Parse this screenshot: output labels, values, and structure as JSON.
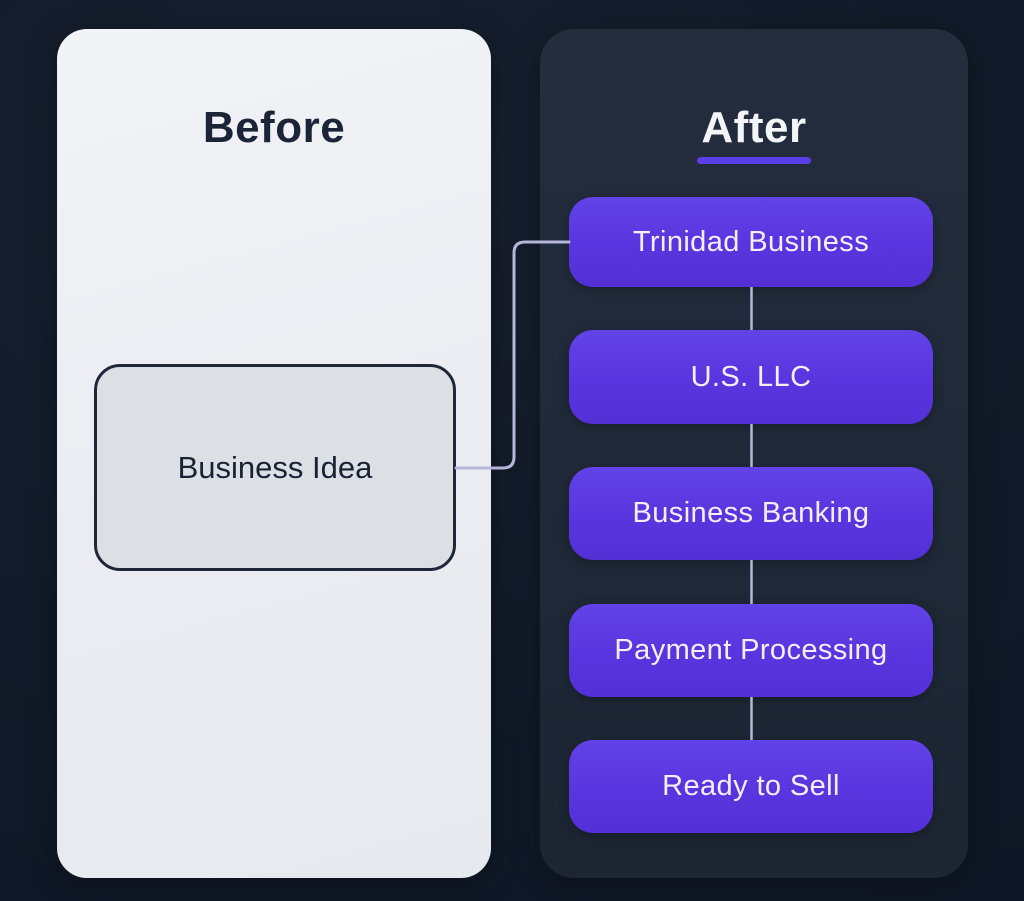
{
  "before": {
    "title": "Before",
    "box_label": "Business Idea"
  },
  "after": {
    "title": "After",
    "steps": [
      "Trinidad Business",
      "U.S. LLC",
      "Business Banking",
      "Payment Processing",
      "Ready to Sell"
    ]
  },
  "colors": {
    "background": "#131c2b",
    "before_panel": "#edeff3",
    "after_panel": "#212a3a",
    "step_purple": "#5b3ae0",
    "title_underline": "#5a3fe8",
    "connector_line": "#b6b6da",
    "idea_box_fill": "#dcdfe4",
    "idea_box_border": "#1e2638",
    "dark_text": "#1c2438",
    "light_text": "#f3f5f9"
  }
}
